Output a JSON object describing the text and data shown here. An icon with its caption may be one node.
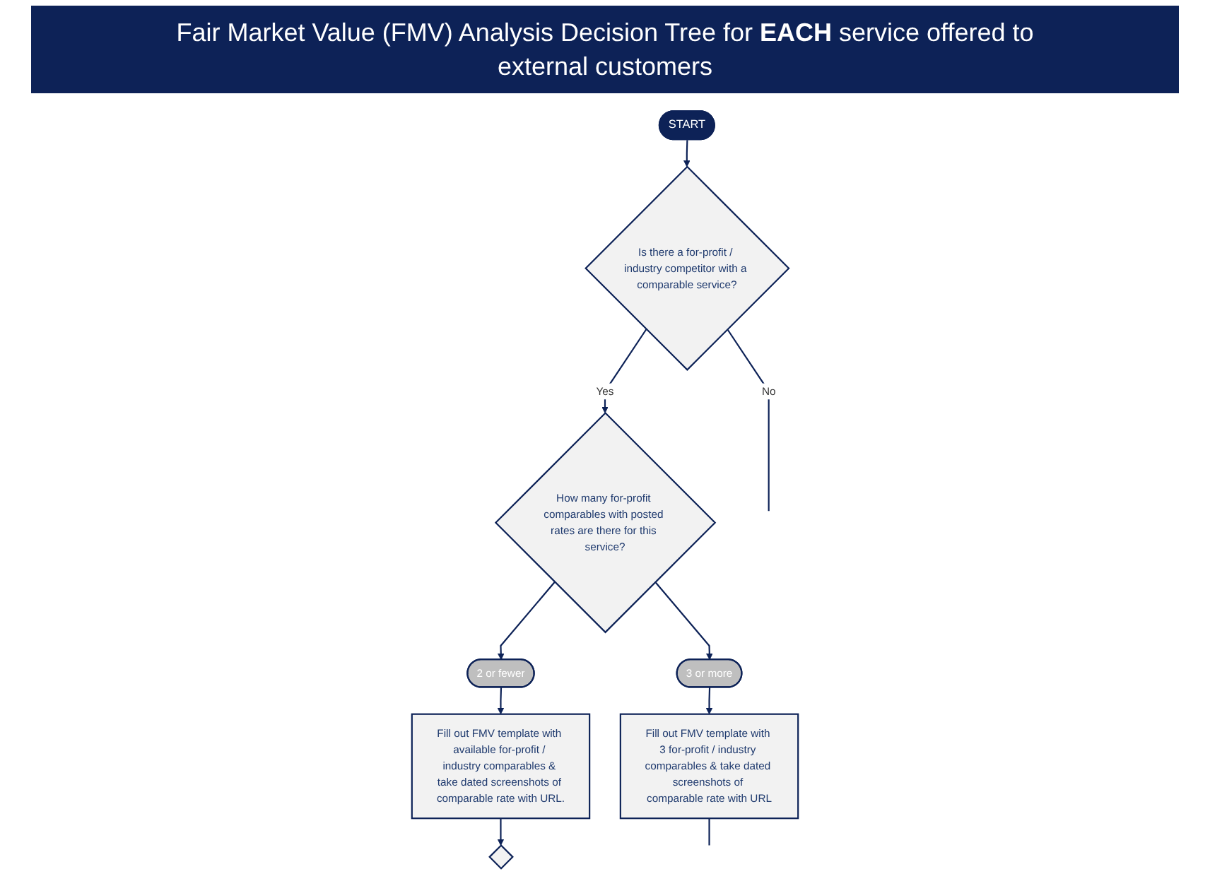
{
  "diagram": {
    "title": "Fair Market Value (FMV) Analysis Decision Tree for **EACH** service offered to external customers",
    "nodes": [
      {
        "text": [
          "START"
        ]
      },
      {
        "text": [
          "Is there a for-profit / industry competitor with a comparable service?"
        ]
      },
      {
        "text": [
          "How many for-profit comparables with posted rates are there for this service?"
        ]
      },
      {
        "text": [
          "2 or fewer"
        ]
      },
      {
        "text": [
          "3 or more"
        ]
      },
      {
        "text": [
          "Fill out FMV template with available for-profit / industry comparables & take dated screenshots of comparable rate with URL."
        ]
      },
      {
        "text": [
          "Fill out FMV template with 3 for-profit / industry comparables & take dated screenshots of comparable rate with URL"
        ]
      },
      {
        "text": [],
        "shape": "diamond"
      }
    ],
    "edges": [
      {
        "from": 0,
        "to": 1,
        "arrow": "to"
      },
      {
        "from": 1,
        "to": 2,
        "label": "Yes",
        "arrow": "to"
      },
      {
        "from": 1,
        "to": null,
        "label": "No",
        "arrow": "none"
      },
      {
        "from": 2,
        "to": 3,
        "arrow": "to"
      },
      {
        "from": 2,
        "to": 4,
        "arrow": "to"
      },
      {
        "from": 3,
        "to": 5,
        "arrow": "to"
      },
      {
        "from": 4,
        "to": 6,
        "arrow": "to"
      },
      {
        "from": 5,
        "to": 7,
        "arrow": "to"
      },
      {
        "from": 6,
        "to": null,
        "arrow": "none"
      }
    ]
  }
}
